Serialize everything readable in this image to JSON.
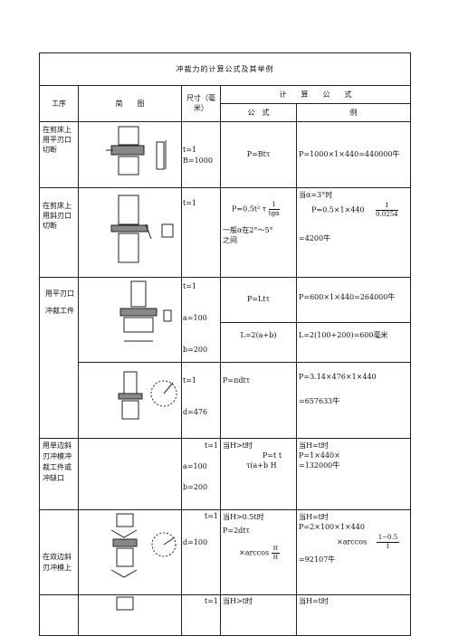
{
  "table_title": "冲裁力的计算公式及其举例",
  "headers": {
    "process": "工序",
    "sketch": "简　　图",
    "size": "尺寸（毫米）",
    "calc": "计　　算　　公　　式",
    "formula": "公　式",
    "example": "例"
  },
  "rows": [
    {
      "process": "在剪床上用平刃口切断",
      "dims": [
        "t=1",
        "B=1000"
      ],
      "formula": "P=Btτ",
      "example": "P=1000×1×440=440000牛"
    },
    {
      "process": "在剪床上用斜刃口切断",
      "dims": [
        "t=1"
      ],
      "formula_prefix": "P=0.5t² τ",
      "formula_num": "1",
      "formula_den": "tgα",
      "formula_note": "一般α在2°～5°之间",
      "example_cond": "当α=3°时",
      "example_prefix": "P=0.5×1×440",
      "example_num": "1",
      "example_den": "0.0254",
      "example_result": "=4200牛"
    },
    {
      "process": "用平刃口冲裁工件",
      "dims": [
        "t=1",
        "a=100",
        "b=200"
      ],
      "formula": "P=Ltτ",
      "formula2": "L=2(a+b)",
      "example": "P=600×1×440=264000牛",
      "example2": "L=2(100+200)=600毫米"
    },
    {
      "dims": [
        "t=1",
        "d=476"
      ],
      "formula": "P=πdtτ",
      "example": "P=3.14×476×1×440",
      "example2": "=657633牛"
    },
    {
      "process": "用单边斜刃冲模冲裁工件或冲缺口",
      "dims": [
        "t=1",
        "a=100",
        "b=200"
      ],
      "formula_cond": "当H>t时",
      "formula_a": "P=t t",
      "formula_b": "τ(a+b H",
      "example_cond": "当H=t时",
      "example": "P=1×440×",
      "example_result": "=132000牛"
    },
    {
      "process": "在双边斜刃冲模上",
      "dims": [
        "t=1",
        "d=100"
      ],
      "formula_cond": "当H>0.5t时",
      "formula": "P=2dtτ",
      "formula_arc": "×arccos",
      "formula_frac_num": "H",
      "formula_frac_den": "H",
      "example_cond": "当H=t时",
      "example": "P=2×100×1×440",
      "example_arc": "×arccos",
      "example_frac_num": "1−0.5",
      "example_frac_den": "1",
      "example_result": "=92107牛"
    },
    {
      "dims": [
        "t=1"
      ],
      "formula_cond": "当H>t时",
      "example_cond": "当H=t时"
    }
  ]
}
